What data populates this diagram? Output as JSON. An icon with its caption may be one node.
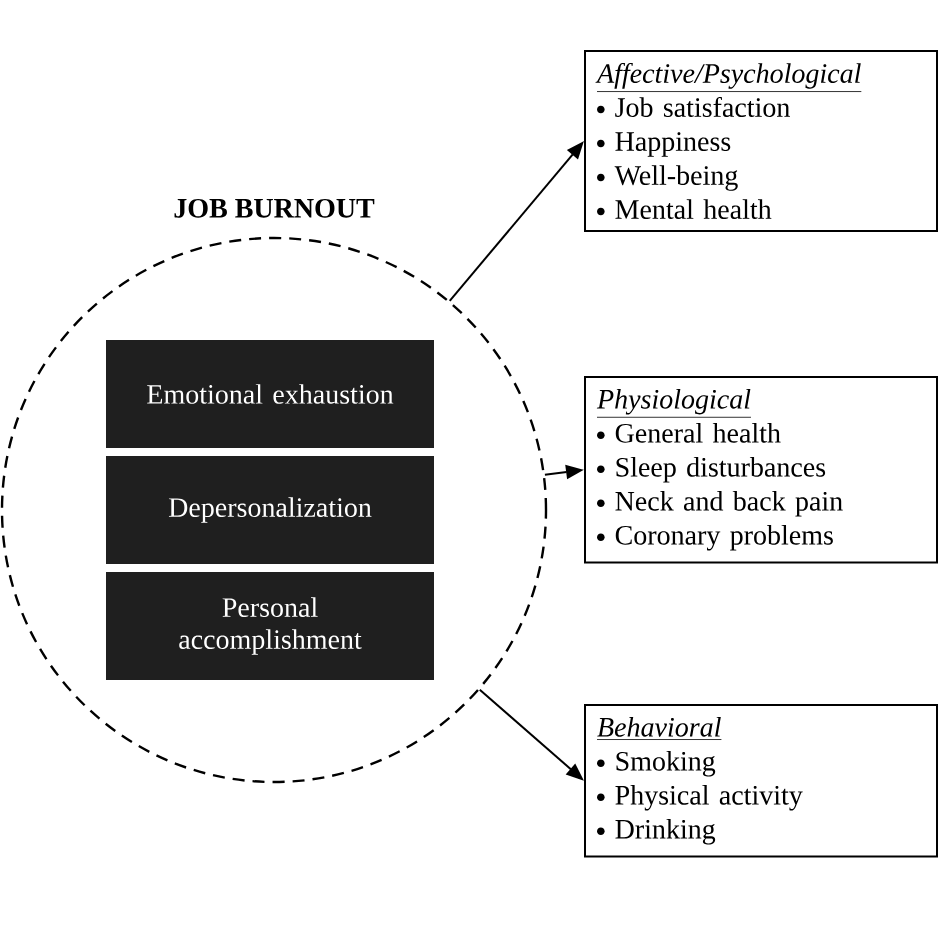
{
  "diagram": {
    "nodes": [
      {
        "text": [
          "JOB BURNOUT"
        ]
      },
      {
        "text": [
          "Emotional exhaustion"
        ],
        "in": 0
      },
      {
        "text": [
          "Depersonalization"
        ],
        "in": 0
      },
      {
        "text": [
          "Personal accomplishment"
        ],
        "in": 0
      },
      {
        "text": [
          "Affective/Psychological",
          "Job satisfaction",
          "Happiness",
          "Well-being",
          "Mental health"
        ]
      },
      {
        "text": [
          "Physiological",
          "General health",
          "Sleep disturbances",
          "Neck and back pain",
          "Coronary problems"
        ]
      },
      {
        "text": [
          "Behavioral",
          "Smoking",
          "Physical activity",
          "Drinking"
        ]
      }
    ],
    "edges": [
      {
        "from": 0,
        "to": 4,
        "arrow": "to"
      },
      {
        "from": 0,
        "to": 5,
        "arrow": "to"
      },
      {
        "from": 0,
        "to": 6,
        "arrow": "to"
      }
    ]
  }
}
